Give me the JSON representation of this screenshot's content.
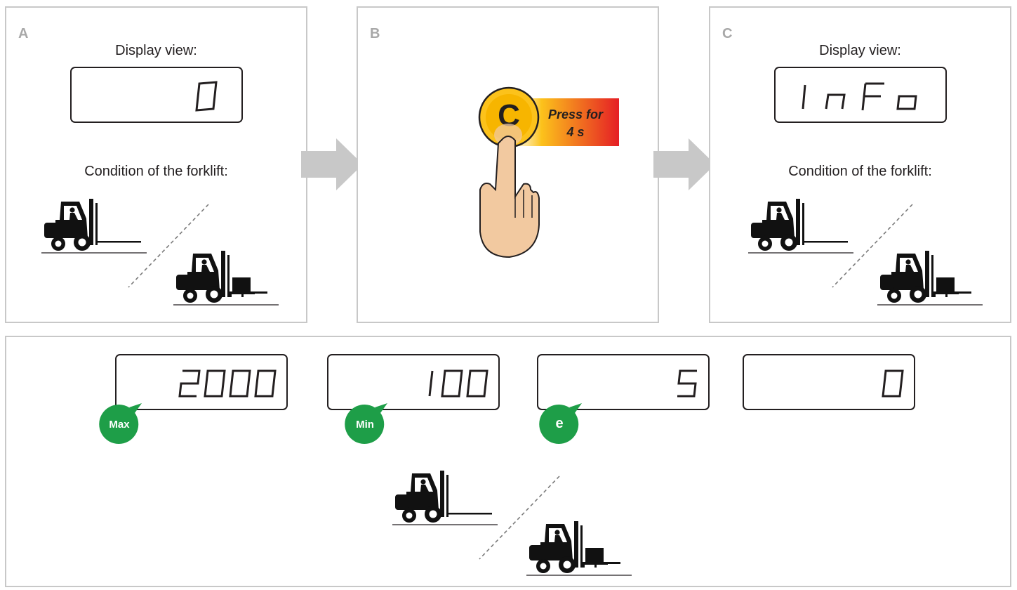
{
  "panels": {
    "a": {
      "letter": "A",
      "display_caption": "Display view:",
      "display_value": "0",
      "condition_caption": "Condition of the forklift:"
    },
    "b": {
      "letter": "B",
      "button_label": "C",
      "press_line1": "Press for",
      "press_line2": "4 s"
    },
    "c": {
      "letter": "C",
      "display_caption": "Display view:",
      "display_value": "InFo",
      "condition_caption": "Condition of the forklift:"
    }
  },
  "bottom": {
    "displays": [
      {
        "value": "2000",
        "badge": "Max"
      },
      {
        "value": "100",
        "badge": "Min"
      },
      {
        "value": "5",
        "badge": "e"
      },
      {
        "value": "0",
        "badge": ""
      }
    ]
  },
  "colors": {
    "panel_border": "#c8c8c8",
    "arrow": "#c8c8c8",
    "badge": "#1e9e48",
    "button_fill": "#fcc21b",
    "press_gradient_end": "#e51e25",
    "skin": "#f2c9a0"
  },
  "icons": [
    "forklift-empty-icon",
    "forklift-loaded-icon",
    "hand-pressing-icon",
    "arrow-right-icon",
    "speech-badge-icon"
  ]
}
